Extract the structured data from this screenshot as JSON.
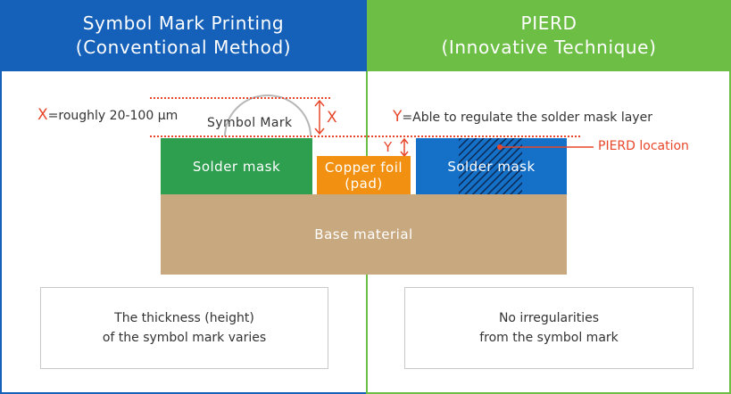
{
  "left": {
    "title_line1": "Symbol Mark Printing",
    "title_line2": "(Conventional Method)",
    "x_label": "X",
    "x_text": "=roughly 20-100 µm",
    "symbol_mark": "Symbol Mark",
    "x_marker": "X",
    "solder_mask": "Solder mask",
    "caption": "The thickness (height)\nof the symbol mark varies"
  },
  "right": {
    "title_line1": "PIERD",
    "title_line2": "(Innovative Technique)",
    "y_label": "Y",
    "y_text": "=Able to regulate the solder mask layer",
    "y_marker": "Y",
    "solder_mask": "Solder mask",
    "pierd_location": "PIERD location",
    "caption": "No irregularities\nfrom the symbol mark"
  },
  "center": {
    "copper_foil_line1": "Copper foil",
    "copper_foil_line2": "(pad)",
    "base_material": "Base material"
  },
  "colors": {
    "blue": "#1560b8",
    "green": "#6cbe45",
    "solder_green": "#2e9e4f",
    "solder_blue": "#1570c8",
    "copper": "#f29111",
    "base": "#c8a87f",
    "accent_red": "#e8472b"
  }
}
